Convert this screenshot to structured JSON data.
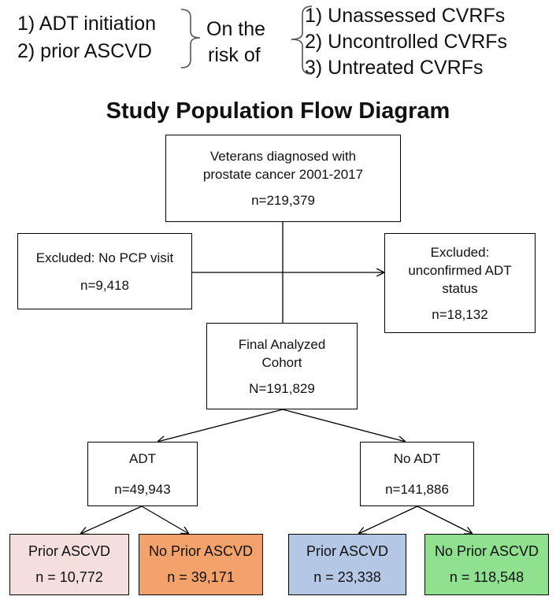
{
  "header": {
    "exposures": [
      "1) ADT initiation",
      "2) prior ASCVD"
    ],
    "connector": [
      "On the",
      "risk of"
    ],
    "outcomes": [
      "1) Unassessed CVRFs",
      "2) Uncontrolled CVRFs",
      "3) Untreated CVRFs"
    ]
  },
  "title": "Study Population Flow Diagram",
  "boxes": {
    "veterans": {
      "lines": [
        "Veterans diagnosed with",
        "prostate cancer 2001-2017"
      ],
      "count": "n=219,379"
    },
    "excluded_pcp": {
      "lines": [
        "Excluded: No PCP visit"
      ],
      "count": "n=9,418"
    },
    "excluded_adt": {
      "lines": [
        "Excluded:",
        "unconfirmed ADT",
        "status"
      ],
      "count": "n=18,132"
    },
    "final": {
      "lines": [
        "Final Analyzed",
        "Cohort"
      ],
      "count": "N=191,829"
    },
    "adt": {
      "lines": [
        "ADT"
      ],
      "count": "n=49,943"
    },
    "no_adt": {
      "lines": [
        "No ADT"
      ],
      "count": "n=141,886"
    },
    "adt_prior": {
      "lines": [
        "Prior ASCVD"
      ],
      "count": "n = 10,772"
    },
    "adt_no_prior": {
      "lines": [
        "No Prior ASCVD"
      ],
      "count": "n = 39,171"
    },
    "noadt_prior": {
      "lines": [
        "Prior ASCVD"
      ],
      "count": "n = 23,338"
    },
    "noadt_no_prior": {
      "lines": [
        "No Prior ASCVD"
      ],
      "count": "n = 118,548"
    }
  },
  "colors": {
    "adt_prior": "#f4dede",
    "adt_no_prior": "#f2a26a",
    "noadt_prior": "#b4c7e4",
    "noadt_no_prior": "#8fe08f"
  }
}
